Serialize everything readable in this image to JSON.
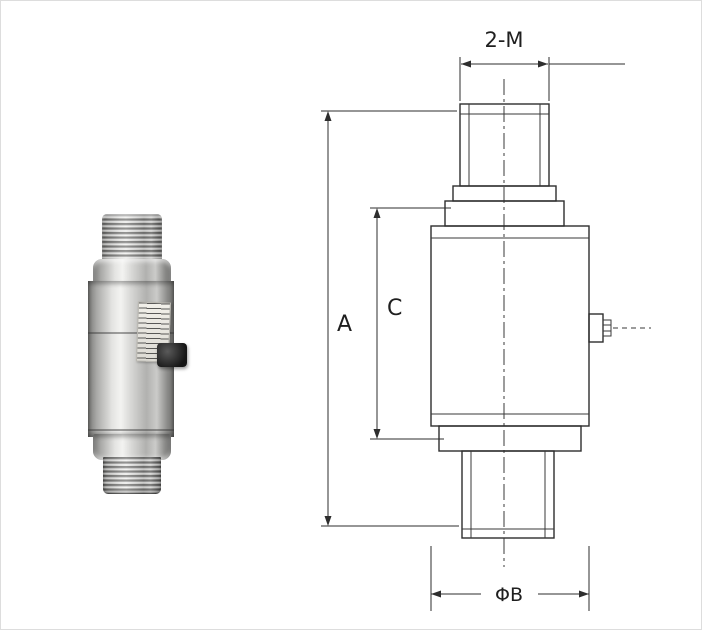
{
  "drawing": {
    "labels": {
      "thread": "2-M",
      "overall_height": "A",
      "body_height": "C",
      "diameter": "ΦB"
    },
    "line_color": "#2e2e2e"
  }
}
